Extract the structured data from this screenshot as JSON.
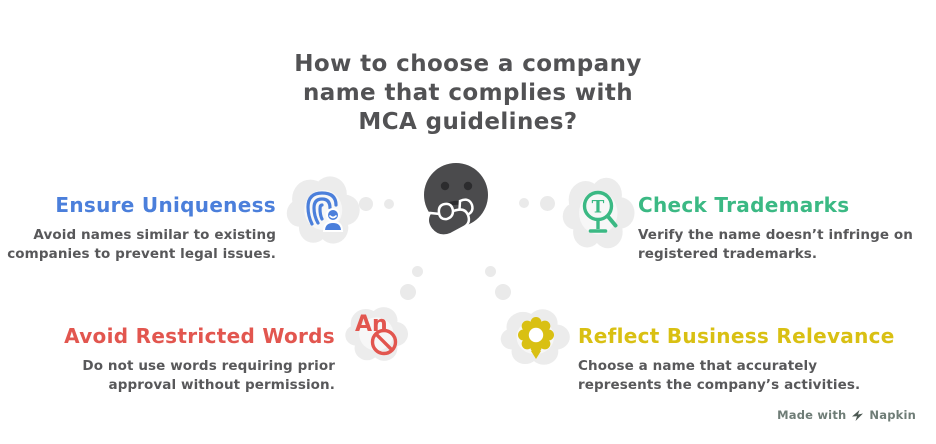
{
  "title": "How to choose a company\nname that complies with\nMCA guidelines?",
  "sections": [
    {
      "id": "ensure-uniqueness",
      "heading": "Ensure Uniqueness",
      "body": "Avoid names similar to existing\ncompanies to prevent legal issues.",
      "color": "#4b7fdb",
      "icon": "fingerprint-user-icon"
    },
    {
      "id": "check-trademarks",
      "heading": "Check Trademarks",
      "body": "Verify the name doesn’t infringe on\nregistered trademarks.",
      "color": "#3bb984",
      "icon": "trademark-magnifier-icon"
    },
    {
      "id": "avoid-restricted-words",
      "heading": "Avoid Restricted Words",
      "body": "Do not use words requiring prior\napproval without permission.",
      "color": "#e2564f",
      "icon": "prohibited-letters-icon"
    },
    {
      "id": "reflect-business-relevance",
      "heading": "Reflect Business Relevance",
      "body": "Choose a name that accurately\nrepresents the company’s activities.",
      "color": "#d9c013",
      "icon": "gear-badge-icon"
    }
  ],
  "center_icon": "thinking-face-icon",
  "restricted_icon_letters": "An",
  "trademark_icon_letter": "T",
  "footer": {
    "text": "Made with",
    "brand": "Napkin",
    "icon": "napkin-logo-icon"
  },
  "colors": {
    "title_gray": "#525254",
    "body_gray": "#58585a",
    "heading_blue": "#4b7fdb",
    "heading_green": "#3bb984",
    "heading_red": "#e2564f",
    "heading_yellow": "#d9c013",
    "face_gray": "#4b4b4d",
    "face_feature": "#2c2c2e",
    "cloud_gray": "#ececec",
    "cloud_inner": "#f7f7f7",
    "dot_gray": "#eaeaea",
    "footer_gray": "#6f7d77",
    "footer_icon": "#4e5a54"
  }
}
